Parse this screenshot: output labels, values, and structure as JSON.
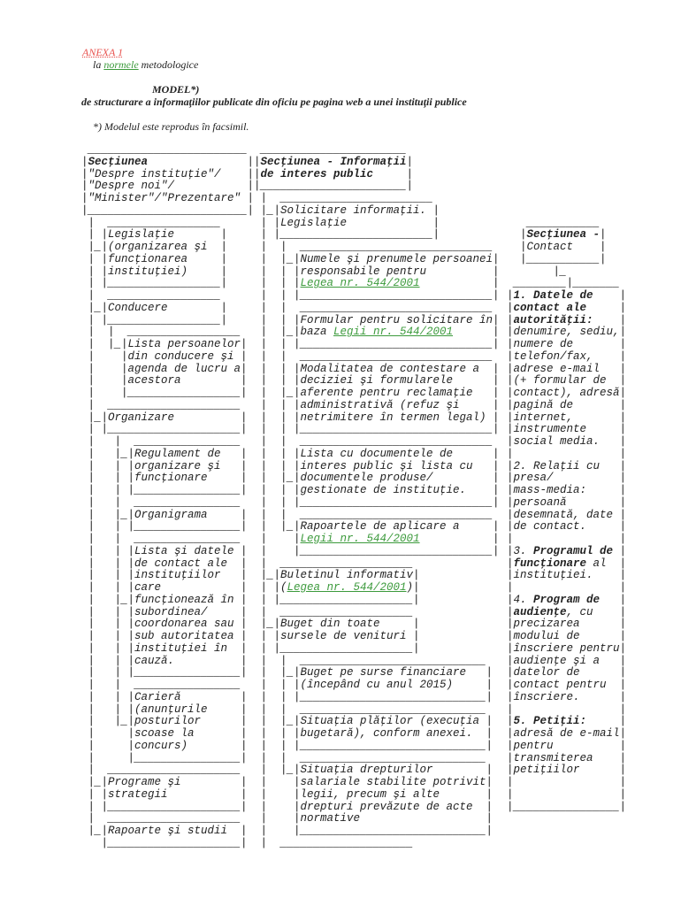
{
  "header": {
    "annex": "ANEXA 1",
    "norms_prefix": "la ",
    "norms_link": "normele",
    "norms_suffix": " metodologice",
    "model_title": "MODEL*)",
    "model_subtitle": "de structurare a informaţiilor publicate din oficiu pe pagina web a unei instituţii publice",
    "footnote": "*) Modelul este reprodus în facsimil."
  },
  "colors": {
    "annex": "#e8534f",
    "link": "#3c9a3c",
    "text": "#222222"
  },
  "diagram": {
    "left": [
      [
        " ________________________"
      ],
      [
        "|",
        {
          "b": "Secţiunea"
        },
        "               |"
      ],
      [
        "|\"Despre instituţie\"/    |"
      ],
      [
        "|\"Despre noi\"/           |"
      ],
      [
        "|\"Minister\"/\"Prezentare\" |"
      ],
      [
        "|________________________|"
      ],
      [
        " |  _________________"
      ],
      [
        " | |Legislaţie       |"
      ],
      [
        " |_|(organizarea şi  |"
      ],
      [
        " | |funcţionarea     |"
      ],
      [
        " | |instituţiei)     |"
      ],
      [
        " | |_________________|"
      ],
      [
        " |  _________________"
      ],
      [
        " |_|Conducere        |"
      ],
      [
        " | |_________________|"
      ],
      [
        " |  |  _________________"
      ],
      [
        " |  |_|Lista persoanelor|"
      ],
      [
        " |    |din conducere şi |"
      ],
      [
        " |    |agenda de lucru a|"
      ],
      [
        " |    |acestora         |"
      ],
      [
        " |    |_________________|"
      ],
      [
        " |  ____________________"
      ],
      [
        " |_|Organizare          |"
      ],
      [
        " | |____________________|"
      ],
      [
        " |   |  ________________"
      ],
      [
        " |   |_|Regulament de   |"
      ],
      [
        " |   | |organizare şi   |"
      ],
      [
        " |   | |funcţionare     |"
      ],
      [
        " |   | |________________|"
      ],
      [
        " |   |  ________________"
      ],
      [
        " |   |_|Organigrama     |"
      ],
      [
        " |   | |________________|"
      ],
      [
        " |   |  ________________"
      ],
      [
        " |   | |Lista şi datele |"
      ],
      [
        " |   | |de contact ale  |"
      ],
      [
        " |   | |instituţiilor   |"
      ],
      [
        " |   | |care            |"
      ],
      [
        " |   |_|funcţionează în |"
      ],
      [
        " |   | |subordinea/     |"
      ],
      [
        " |   | |coordonarea sau |"
      ],
      [
        " |   | |sub autoritatea |"
      ],
      [
        " |   | |instituţiei în  |"
      ],
      [
        " |   | |cauză.          |"
      ],
      [
        " |   | |________________|"
      ],
      [
        " |   |  ________________"
      ],
      [
        " |   | |Carieră         |"
      ],
      [
        " |   | |(anunţurile     |"
      ],
      [
        " |   |_|posturilor      |"
      ],
      [
        " |     |scoase la       |"
      ],
      [
        " |     |concurs)        |"
      ],
      [
        " |     |________________|"
      ],
      [
        " |  ____________________"
      ],
      [
        " |_|Programe şi         |"
      ],
      [
        " | |strategii           |"
      ],
      [
        " | |____________________|"
      ],
      [
        " |  ____________________"
      ],
      [
        " |_|Rapoarte şi studii  |"
      ],
      [
        "   |____________________|"
      ]
    ],
    "middle": [
      [
        " ______________________"
      ],
      [
        "|",
        {
          "b": "Secţiunea - Informaţii"
        },
        "|"
      ],
      [
        "|",
        {
          "b": "de interes public"
        },
        "     |"
      ],
      [
        "|______________________|"
      ],
      [
        " |  _______________________"
      ],
      [
        " |_|Solicitare informaţii. |"
      ],
      [
        " | |Legislaţie             |"
      ],
      [
        " | |_______________________|"
      ],
      [
        " |  |  _____________________________"
      ],
      [
        " |  |_|Numele şi prenumele persoanei|"
      ],
      [
        " |  | |responsabile pentru          |"
      ],
      [
        " |  | |",
        {
          "a": "Legea nr. 544/2001"
        },
        "           |"
      ],
      [
        " |  | |_____________________________|"
      ],
      [
        " |  |  _____________________________"
      ],
      [
        " |  | |Formular pentru solicitare în|"
      ],
      [
        " |  |_|baza ",
        {
          "a": "Legii nr. 544/2001"
        },
        "      |"
      ],
      [
        " |  | |_____________________________|"
      ],
      [
        " |  |  _____________________________"
      ],
      [
        " |  | |Modalitatea de contestare a  |"
      ],
      [
        " |  | |deciziei şi formularele      |"
      ],
      [
        " |  |_|aferente pentru reclamaţie   |"
      ],
      [
        " |  | |administrativă (refuz şi     |"
      ],
      [
        " |  | |netrimitere în termen legal) |"
      ],
      [
        " |  | |_____________________________|"
      ],
      [
        " |  |  _____________________________"
      ],
      [
        " |  | |Lista cu documentele de      |"
      ],
      [
        " |  | |interes public şi lista cu   |"
      ],
      [
        " |  |_|documentele produse/         |"
      ],
      [
        " |  | |gestionate de instituţie.    |"
      ],
      [
        " |  | |_____________________________|"
      ],
      [
        " |  |  _____________________________"
      ],
      [
        " |  |_|Rapoartele de aplicare a     |"
      ],
      [
        " |    |",
        {
          "a": "Legii nr. 544/2001"
        },
        "           |"
      ],
      [
        " |    |_____________________________|"
      ],
      [
        " |  ____________________"
      ],
      [
        " |_|Buletinul informativ|"
      ],
      [
        " | |(",
        {
          "a": "Legea nr. 544/2001"
        },
        ")|"
      ],
      [
        " | |____________________|"
      ],
      [
        " |  ____________________"
      ],
      [
        " |_|Buget din toate     |"
      ],
      [
        " | |sursele de venituri |"
      ],
      [
        " | |____________________|"
      ],
      [
        " |  |  ____________________________"
      ],
      [
        " |  |_|Buget pe surse financiare   |"
      ],
      [
        " |  | |(începând cu anul 2015)     |"
      ],
      [
        " |  | |____________________________|"
      ],
      [
        " |  |  ____________________________"
      ],
      [
        " |  |_|Situaţia plăţilor (execuţia |"
      ],
      [
        " |  | |bugetară), conform anexei.  |"
      ],
      [
        " |  | |____________________________|"
      ],
      [
        " |  |  ____________________________"
      ],
      [
        " |  |_|Situaţia drepturilor        |"
      ],
      [
        " |    |salariale stabilite potrivit|"
      ],
      [
        " |    |legii, precum şi alte       |"
      ],
      [
        " |    |drepturi prevăzute de acte  |"
      ],
      [
        " |    |normative                   |"
      ],
      [
        " |    |____________________________|"
      ],
      [
        " |  ____________________"
      ]
    ],
    "right": [
      [
        "   ___________"
      ],
      [
        "  |",
        {
          "b": "Secţiunea -"
        },
        "|"
      ],
      [
        "  |Contact    |"
      ],
      [
        "  |___________|"
      ],
      [
        "       |_"
      ],
      [
        " ________|_______"
      ],
      [
        "|",
        {
          "b": "1. Datele de"
        },
        "    |"
      ],
      [
        "|",
        {
          "b": "contact ale"
        },
        "     |"
      ],
      [
        "|",
        {
          "b": "autorităţii:"
        },
        "    |"
      ],
      [
        "|denumire, sediu,|"
      ],
      [
        "|numere de       |"
      ],
      [
        "|telefon/fax,    |"
      ],
      [
        "|adrese e-mail   |"
      ],
      [
        "|(+ formular de  |"
      ],
      [
        "|contact), adresă|"
      ],
      [
        "|pagină de       |"
      ],
      [
        "|internet,       |"
      ],
      [
        "|instrumente     |"
      ],
      [
        "|social media.   |"
      ],
      [
        "|                |"
      ],
      [
        "|2. Relaţii cu   |"
      ],
      [
        "|presa/          |"
      ],
      [
        "|mass-media:     |"
      ],
      [
        "|persoană        |"
      ],
      [
        "|desemnată, date |"
      ],
      [
        "|de contact.     |"
      ],
      [
        "|                |"
      ],
      [
        "|3. ",
        {
          "b": "Programul de"
        },
        " |"
      ],
      [
        "|",
        {
          "b": "funcţionare"
        },
        " al  |"
      ],
      [
        "|instituţiei.    |"
      ],
      [
        "|                |"
      ],
      [
        "|4. ",
        {
          "b": "Program de"
        },
        "   |"
      ],
      [
        "|",
        {
          "b": "audienţe"
        },
        ", cu    |"
      ],
      [
        "|precizarea      |"
      ],
      [
        "|modului de      |"
      ],
      [
        "|înscriere pentru|"
      ],
      [
        "|audienţe şi a   |"
      ],
      [
        "|datelor de      |"
      ],
      [
        "|contact pentru  |"
      ],
      [
        "|înscriere.      |"
      ],
      [
        "|                |"
      ],
      [
        "|",
        {
          "b": "5. Petiţii:"
        },
        "     |"
      ],
      [
        "|adresă de e-mail|"
      ],
      [
        "|pentru          |"
      ],
      [
        "|transmiterea    |"
      ],
      [
        "|petiţiilor      |"
      ],
      [
        "|                |"
      ],
      [
        "|                |"
      ],
      [
        "|________________|"
      ]
    ]
  }
}
